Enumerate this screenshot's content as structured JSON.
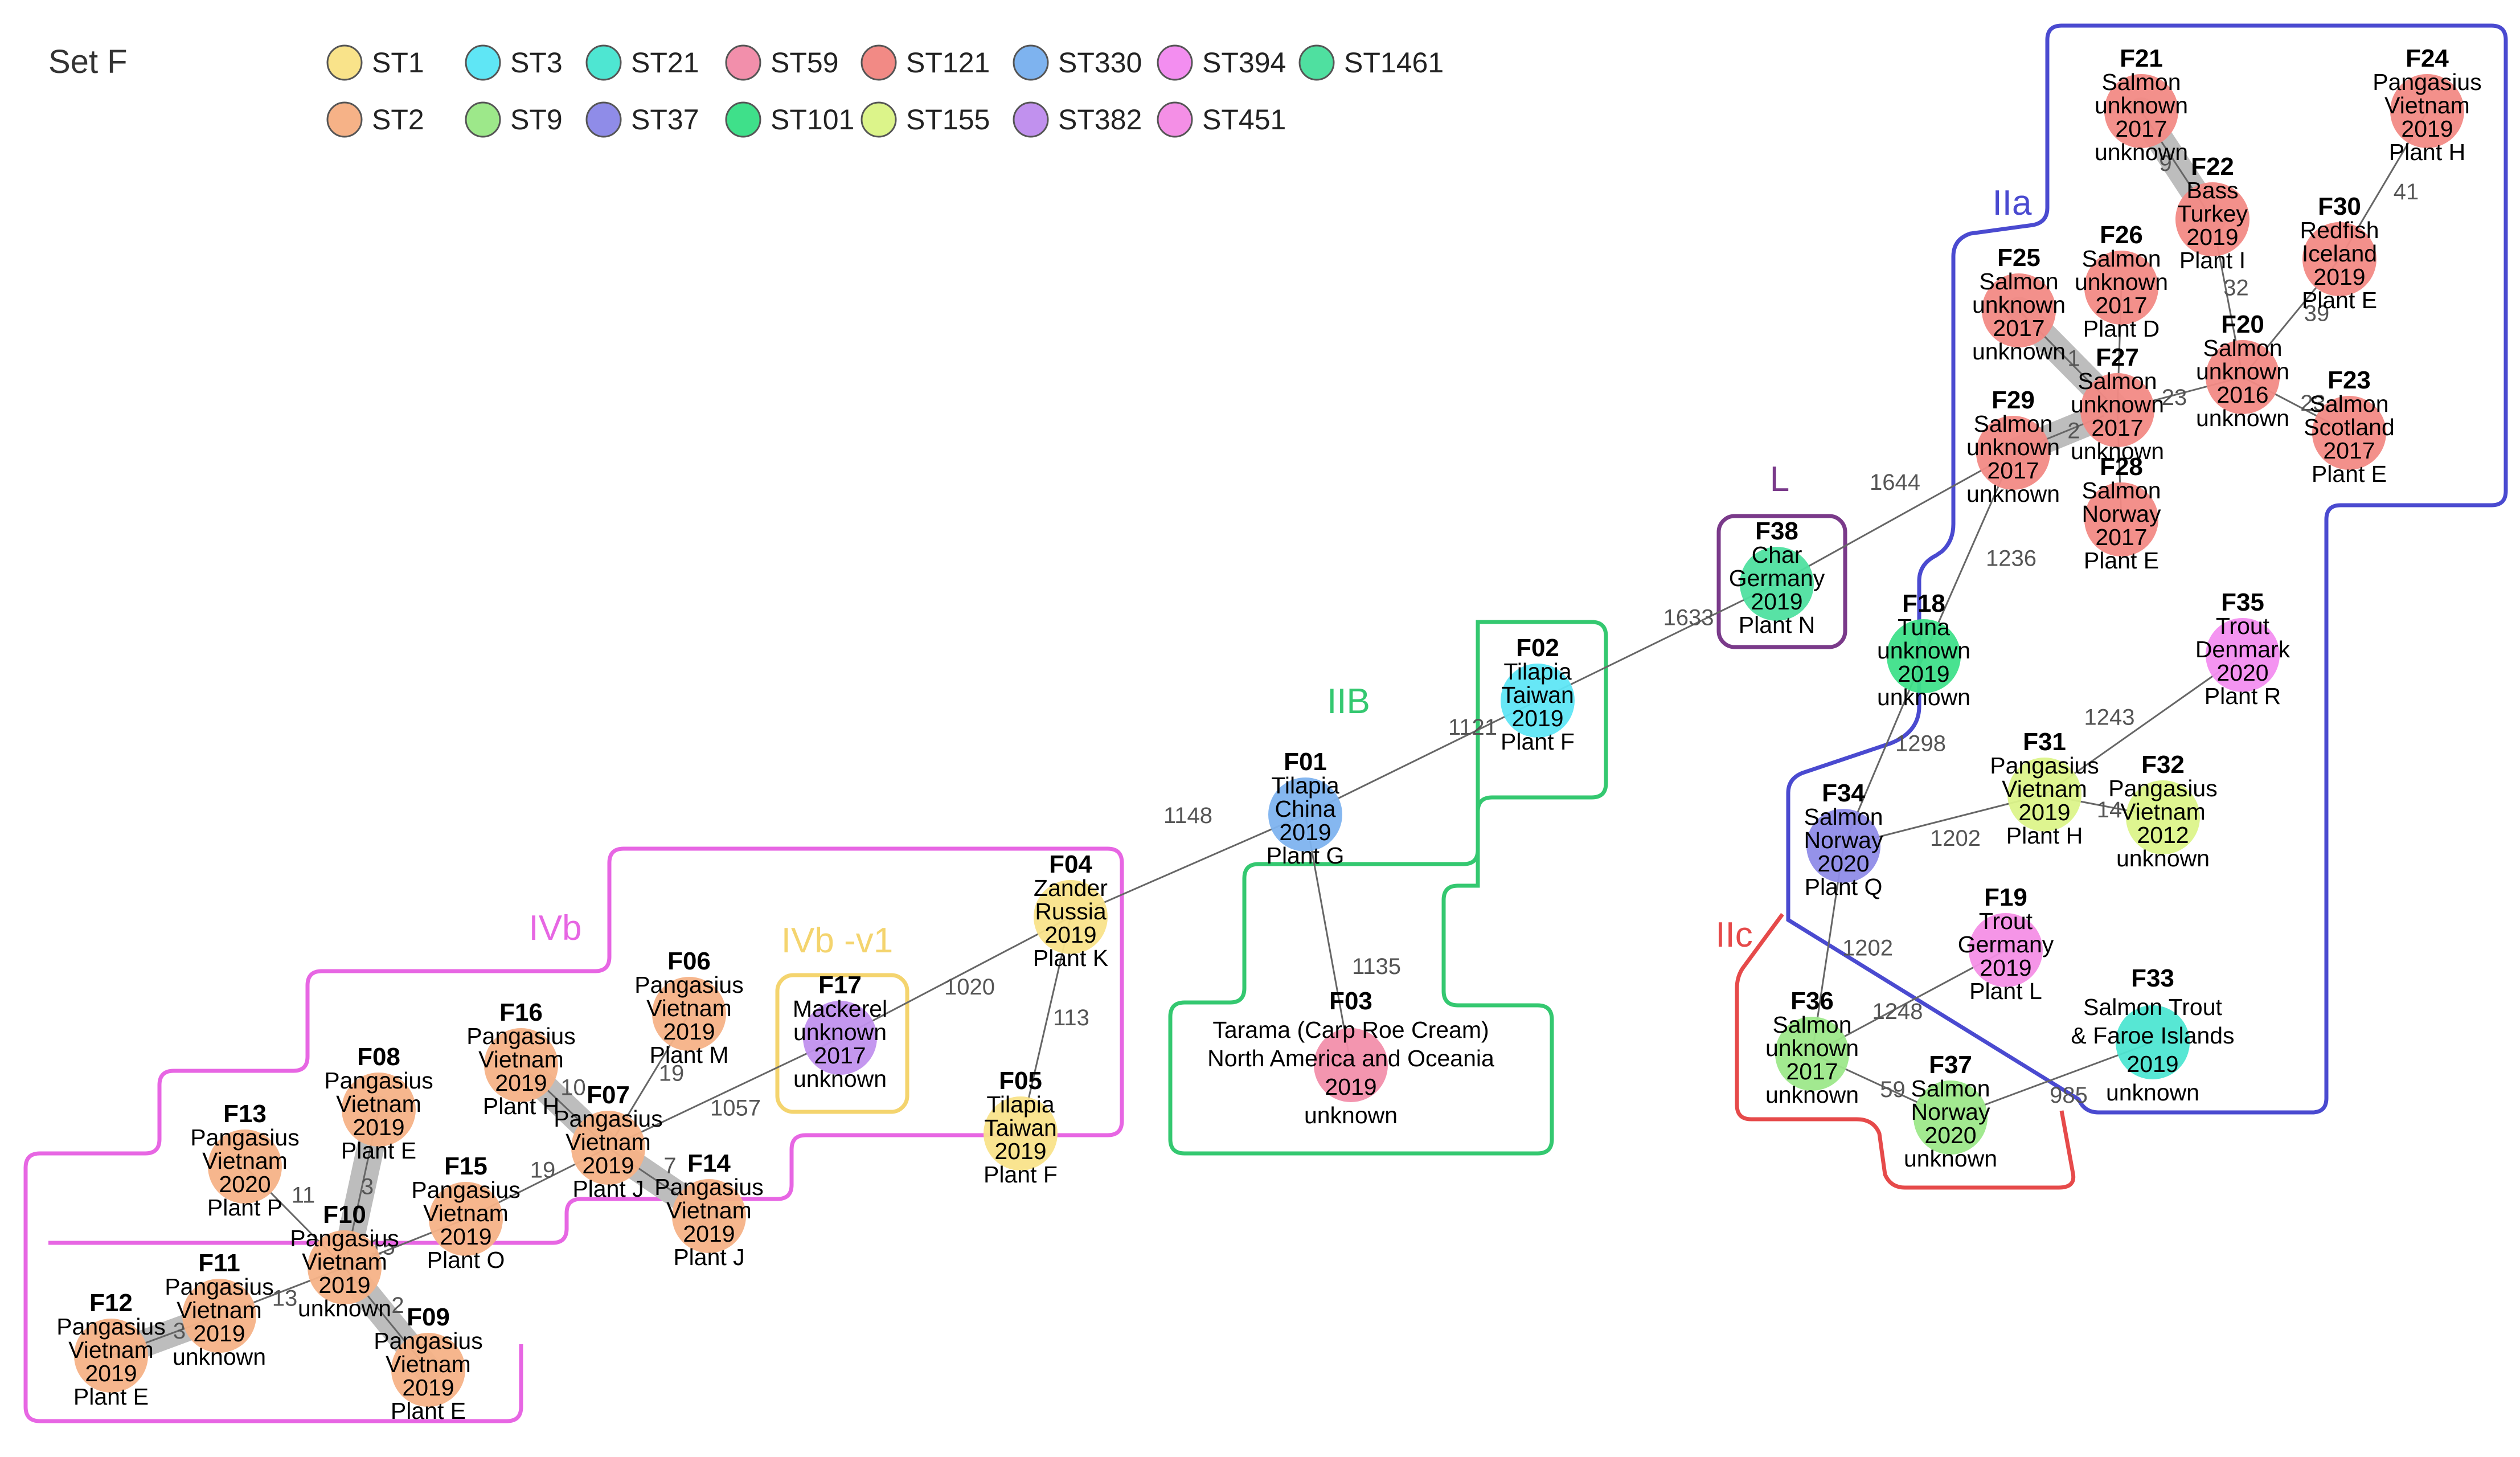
{
  "set_title": "Set F",
  "legend": [
    {
      "label": "ST1",
      "color": "#f9e38a"
    },
    {
      "label": "ST3",
      "color": "#5fe6f5"
    },
    {
      "label": "ST21",
      "color": "#4ee6d2"
    },
    {
      "label": "ST59",
      "color": "#f28fab"
    },
    {
      "label": "ST121",
      "color": "#f28a85"
    },
    {
      "label": "ST330",
      "color": "#7eb3ef"
    },
    {
      "label": "ST394",
      "color": "#f38ef0"
    },
    {
      "label": "ST1461",
      "color": "#4fe0a0"
    },
    {
      "label": "ST2",
      "color": "#f6b287"
    },
    {
      "label": "ST9",
      "color": "#9de88a"
    },
    {
      "label": "ST37",
      "color": "#8f8ce8"
    },
    {
      "label": "ST101",
      "color": "#3fe08a"
    },
    {
      "label": "ST155",
      "color": "#dcf48a"
    },
    {
      "label": "ST382",
      "color": "#c191ee"
    },
    {
      "label": "ST451",
      "color": "#f48fe6"
    }
  ],
  "clusters": [
    {
      "id": "IVb",
      "label": "IVb",
      "color": "#e766e3"
    },
    {
      "id": "IVb-v1",
      "label": "IVb -v1",
      "color": "#f4d46e"
    },
    {
      "id": "IIB",
      "label": "IIB",
      "color": "#34c870"
    },
    {
      "id": "L",
      "label": "L",
      "color": "#7a3a8a"
    },
    {
      "id": "IIa",
      "label": "IIa",
      "color": "#4a4ad0"
    },
    {
      "id": "IIc",
      "label": "IIc",
      "color": "#e64a4a"
    }
  ],
  "nodes": [
    {
      "id": "F01",
      "st": "ST330",
      "lines": [
        "Tilapia",
        "China",
        "2019",
        "Plant G"
      ]
    },
    {
      "id": "F02",
      "st": "ST3",
      "lines": [
        "Tilapia",
        "Taiwan",
        "2019",
        "Plant F"
      ]
    },
    {
      "id": "F03",
      "st": "ST59",
      "lines": [
        "Tarama (Carp Roe Cream)",
        "North America and Oceania",
        "2019",
        "unknown"
      ]
    },
    {
      "id": "F04",
      "st": "ST1",
      "lines": [
        "Zander",
        "Russia",
        "2019",
        "Plant K"
      ]
    },
    {
      "id": "F05",
      "st": "ST1",
      "lines": [
        "Tilapia",
        "Taiwan",
        "2019",
        "Plant F"
      ]
    },
    {
      "id": "F06",
      "st": "ST2",
      "lines": [
        "Pangasius",
        "Vietnam",
        "2019",
        "Plant M"
      ]
    },
    {
      "id": "F07",
      "st": "ST2",
      "lines": [
        "Pangasius",
        "Vietnam",
        "2019",
        "Plant J"
      ]
    },
    {
      "id": "F08",
      "st": "ST2",
      "lines": [
        "Pangasius",
        "Vietnam",
        "2019",
        "Plant E"
      ]
    },
    {
      "id": "F09",
      "st": "ST2",
      "lines": [
        "Pangasius",
        "Vietnam",
        "2019",
        "Plant E"
      ]
    },
    {
      "id": "F10",
      "st": "ST2",
      "lines": [
        "Pangasius",
        "Vietnam",
        "2019",
        "unknown"
      ]
    },
    {
      "id": "F11",
      "st": "ST2",
      "lines": [
        "Pangasius",
        "Vietnam",
        "2019",
        "unknown"
      ]
    },
    {
      "id": "F12",
      "st": "ST2",
      "lines": [
        "Pangasius",
        "Vietnam",
        "2019",
        "Plant E"
      ]
    },
    {
      "id": "F13",
      "st": "ST2",
      "lines": [
        "Pangasius",
        "Vietnam",
        "2020",
        "Plant P"
      ]
    },
    {
      "id": "F14",
      "st": "ST2",
      "lines": [
        "Pangasius",
        "Vietnam",
        "2019",
        "Plant J"
      ]
    },
    {
      "id": "F15",
      "st": "ST2",
      "lines": [
        "Pangasius",
        "Vietnam",
        "2019",
        "Plant O"
      ]
    },
    {
      "id": "F16",
      "st": "ST2",
      "lines": [
        "Pangasius",
        "Vietnam",
        "2019",
        "Plant H"
      ]
    },
    {
      "id": "F17",
      "st": "ST382",
      "lines": [
        "Mackerel",
        "unknown",
        "2017",
        "unknown"
      ]
    },
    {
      "id": "F18",
      "st": "ST101",
      "lines": [
        "Tuna",
        "unknown",
        "2019",
        "unknown"
      ]
    },
    {
      "id": "F19",
      "st": "ST451",
      "lines": [
        "Trout",
        "Germany",
        "2019",
        "Plant L"
      ]
    },
    {
      "id": "F20",
      "st": "ST121",
      "lines": [
        "Salmon",
        "unknown",
        "2016",
        "unknown"
      ]
    },
    {
      "id": "F21",
      "st": "ST121",
      "lines": [
        "Salmon",
        "unknown",
        "2017",
        "unknown"
      ]
    },
    {
      "id": "F22",
      "st": "ST121",
      "lines": [
        "Bass",
        "Turkey",
        "2019",
        "Plant I"
      ]
    },
    {
      "id": "F23",
      "st": "ST121",
      "lines": [
        "Salmon",
        "Scotland",
        "2017",
        "Plant E"
      ]
    },
    {
      "id": "F24",
      "st": "ST121",
      "lines": [
        "Pangasius",
        "Vietnam",
        "2019",
        "Plant H"
      ]
    },
    {
      "id": "F25",
      "st": "ST121",
      "lines": [
        "Salmon",
        "unknown",
        "2017",
        "unknown"
      ]
    },
    {
      "id": "F26",
      "st": "ST121",
      "lines": [
        "Salmon",
        "unknown",
        "2017",
        "Plant D"
      ]
    },
    {
      "id": "F27",
      "st": "ST121",
      "lines": [
        "Salmon",
        "unknown",
        "2017",
        "unknown"
      ]
    },
    {
      "id": "F28",
      "st": "ST121",
      "lines": [
        "Salmon",
        "Norway",
        "2017",
        "Plant E"
      ]
    },
    {
      "id": "F29",
      "st": "ST121",
      "lines": [
        "Salmon",
        "unknown",
        "2017",
        "unknown"
      ]
    },
    {
      "id": "F30",
      "st": "ST121",
      "lines": [
        "Redfish",
        "Iceland",
        "2019",
        "Plant E"
      ]
    },
    {
      "id": "F31",
      "st": "ST155",
      "lines": [
        "Pangasius",
        "Vietnam",
        "2019",
        "Plant H"
      ]
    },
    {
      "id": "F32",
      "st": "ST155",
      "lines": [
        "Pangasius",
        "Vietnam",
        "2012",
        "unknown"
      ]
    },
    {
      "id": "F33",
      "st": "ST21",
      "lines": [
        "Salmon Trout",
        "& Faroe Islands",
        "2019",
        "unknown"
      ]
    },
    {
      "id": "F34",
      "st": "ST37",
      "lines": [
        "Salmon",
        "Norway",
        "2020",
        "Plant Q"
      ]
    },
    {
      "id": "F35",
      "st": "ST394",
      "lines": [
        "Trout",
        "Denmark",
        "2020",
        "Plant R"
      ]
    },
    {
      "id": "F36",
      "st": "ST9",
      "lines": [
        "Salmon",
        "unknown",
        "2017",
        "unknown"
      ]
    },
    {
      "id": "F37",
      "st": "ST9",
      "lines": [
        "Salmon",
        "Norway",
        "2020",
        "unknown"
      ]
    },
    {
      "id": "F38",
      "st": "ST1461",
      "lines": [
        "Char",
        "Germany",
        "2019",
        "Plant N"
      ]
    }
  ],
  "edges": [
    {
      "from": "F01",
      "to": "F02",
      "label": "1121",
      "thick": false
    },
    {
      "from": "F01",
      "to": "F03",
      "label": "1135",
      "thick": false
    },
    {
      "from": "F01",
      "to": "F04",
      "label": "1148",
      "thick": false
    },
    {
      "from": "F02",
      "to": "F38",
      "label": "1633",
      "thick": false
    },
    {
      "from": "F38",
      "to": "F29",
      "label": "1644",
      "thick": false
    },
    {
      "from": "F04",
      "to": "F05",
      "label": "113",
      "thick": false
    },
    {
      "from": "F04",
      "to": "F17",
      "label": "1020",
      "thick": false
    },
    {
      "from": "F17",
      "to": "F07",
      "label": "1057",
      "thick": false
    },
    {
      "from": "F07",
      "to": "F06",
      "label": "19",
      "thick": false
    },
    {
      "from": "F07",
      "to": "F16",
      "label": "10",
      "thick": true
    },
    {
      "from": "F07",
      "to": "F14",
      "label": "7",
      "thick": true
    },
    {
      "from": "F07",
      "to": "F15",
      "label": "19",
      "thick": false
    },
    {
      "from": "F15",
      "to": "F10",
      "label": "15",
      "thick": false
    },
    {
      "from": "F10",
      "to": "F08",
      "label": "3",
      "thick": true
    },
    {
      "from": "F10",
      "to": "F09",
      "label": "2",
      "thick": true
    },
    {
      "from": "F10",
      "to": "F13",
      "label": "11",
      "thick": false
    },
    {
      "from": "F10",
      "to": "F11",
      "label": "13",
      "thick": false
    },
    {
      "from": "F11",
      "to": "F12",
      "label": "3",
      "thick": true
    },
    {
      "from": "F29",
      "to": "F18",
      "label": "1236",
      "thick": false
    },
    {
      "from": "F18",
      "to": "F34",
      "label": "1298",
      "thick": false
    },
    {
      "from": "F34",
      "to": "F31",
      "label": "1202",
      "thick": false
    },
    {
      "from": "F34",
      "to": "F36",
      "label": "1202",
      "thick": false
    },
    {
      "from": "F31",
      "to": "F35",
      "label": "1243",
      "thick": false
    },
    {
      "from": "F31",
      "to": "F32",
      "label": "14",
      "thick": false
    },
    {
      "from": "F36",
      "to": "F19",
      "label": "1248",
      "thick": false
    },
    {
      "from": "F36",
      "to": "F37",
      "label": "59",
      "thick": false
    },
    {
      "from": "F37",
      "to": "F33",
      "label": "985",
      "thick": false
    },
    {
      "from": "F29",
      "to": "F27",
      "label": "2",
      "thick": true
    },
    {
      "from": "F25",
      "to": "F27",
      "label": "1",
      "thick": true
    },
    {
      "from": "F27",
      "to": "F26",
      "label": "",
      "thick": false
    },
    {
      "from": "F27",
      "to": "F28",
      "label": "",
      "thick": false
    },
    {
      "from": "F27",
      "to": "F20",
      "label": "23",
      "thick": false
    },
    {
      "from": "F20",
      "to": "F23",
      "label": "23",
      "thick": false
    },
    {
      "from": "F20",
      "to": "F22",
      "label": "32",
      "thick": false
    },
    {
      "from": "F20",
      "to": "F30",
      "label": "39",
      "thick": false
    },
    {
      "from": "F22",
      "to": "F21",
      "label": "9",
      "thick": true
    },
    {
      "from": "F30",
      "to": "F24",
      "label": "41",
      "thick": false
    }
  ]
}
